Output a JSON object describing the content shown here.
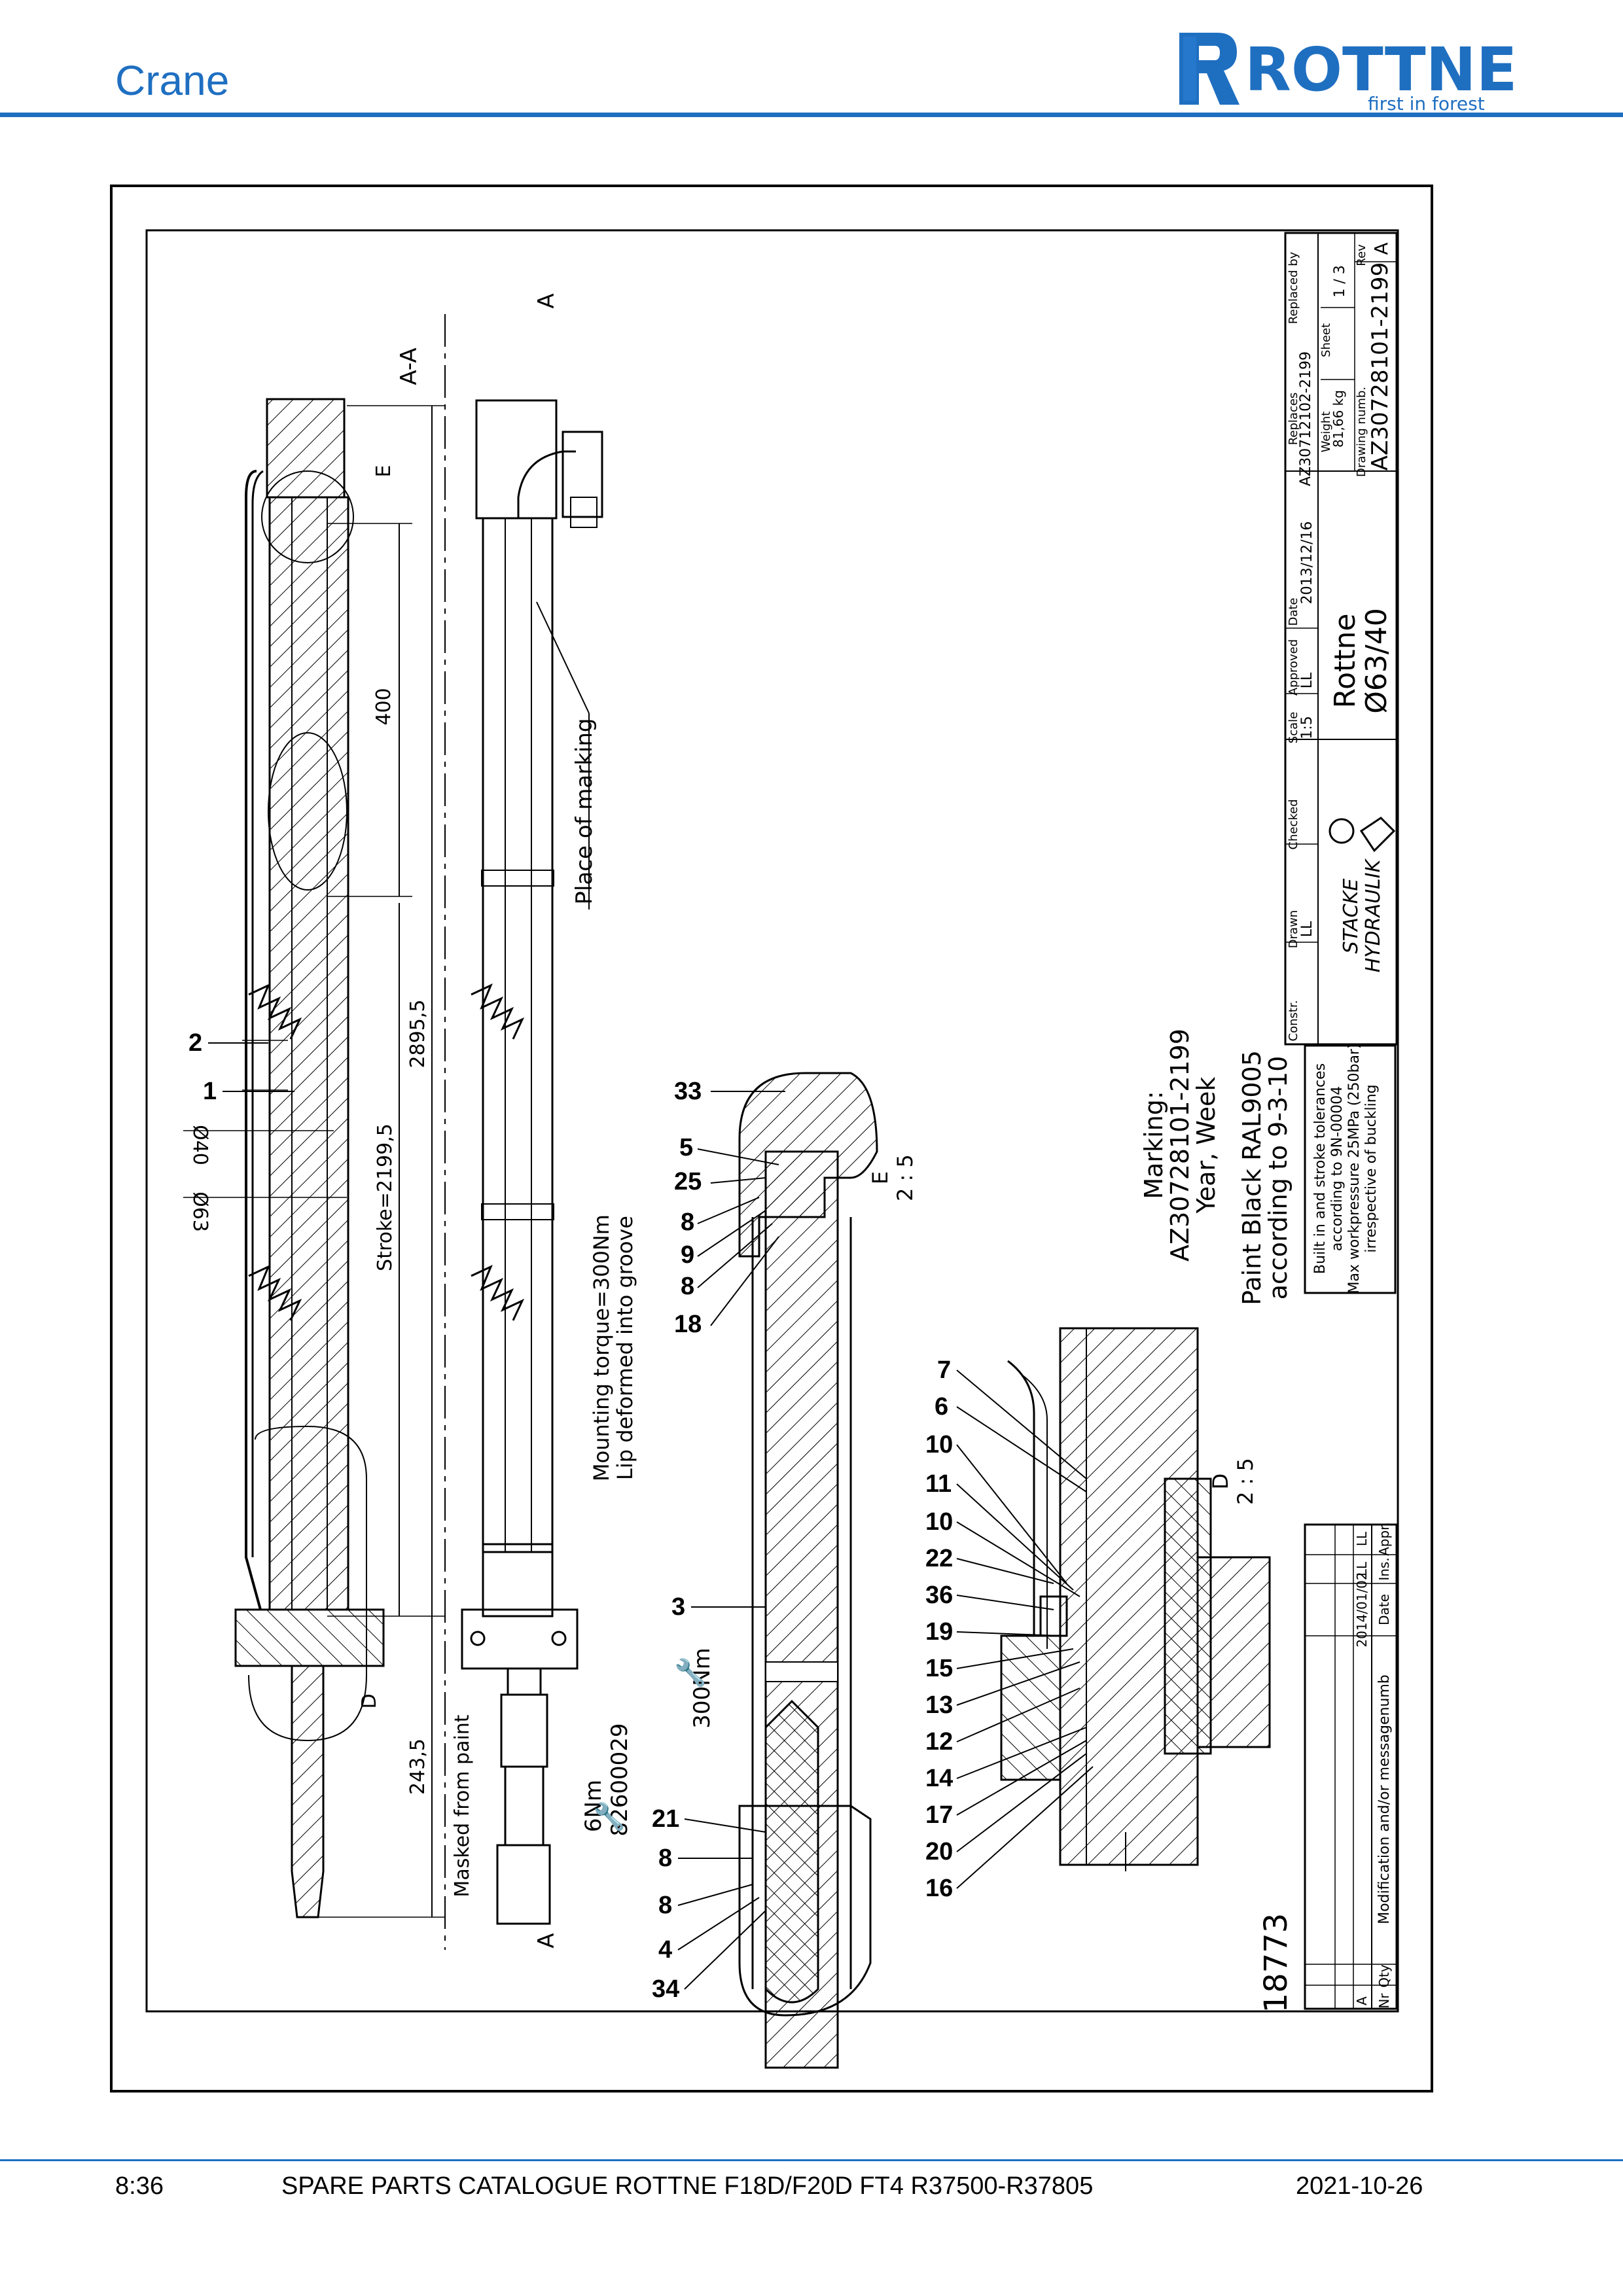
{
  "header": {
    "section_title": "Crane",
    "logo_text": "ROTTNE",
    "logo_tagline": "first in forest",
    "accent_color": "#1f6fc1"
  },
  "drawing": {
    "section_label": "A-A",
    "section_arrow_a": "A",
    "dim_400": "400",
    "dim_total": "2895,5",
    "dim_stroke": "Stroke=2199,5",
    "dim_243": "243,5",
    "dia_40": "Ø40",
    "dia_63": "Ø63",
    "detail_e": "E",
    "detail_d": "D",
    "detail_e_label": "E",
    "detail_e_scale": "2 : 5",
    "detail_d_label": "D",
    "detail_d_scale": "2 : 5",
    "place_of_marking": "Place of marking",
    "masked_from_paint": "Masked from paint",
    "mounting_torque": "Mounting torque=300Nm",
    "lip_deformed": "Lip deformed into groove",
    "torque_small": "6Nm",
    "part_number_small": "82600029",
    "torque_large": "300Nm",
    "marking_title": "Marking:",
    "marking_code": "AZ30728101-2199",
    "marking_year": "Year, Week",
    "paint_line1": "Paint Black RAL9005",
    "paint_line2": "according to 9-3-10",
    "note_1": "Built in and stroke tolerances",
    "note_2": "according to 9N-00004",
    "note_3": "Max workpressure 25MPa (250bar)",
    "note_4": "irrespective of buckling",
    "drawing_number_small": "18773"
  },
  "callouts_left": [
    "2",
    "1"
  ],
  "callouts_e": [
    "33",
    "5",
    "25",
    "8",
    "9",
    "8",
    "18"
  ],
  "callouts_d": [
    "7",
    "6",
    "10",
    "11",
    "10",
    "22",
    "36",
    "19",
    "15",
    "13",
    "12",
    "14",
    "17",
    "20",
    "16"
  ],
  "callouts_rod": [
    "3",
    "21",
    "8",
    "8",
    "4",
    "34"
  ],
  "title_block": {
    "replaces_label": "Replaces",
    "replaces_value": "AZ30712102-2199",
    "replaced_by_label": "Replaced by",
    "weight_label": "Weight",
    "weight_value": "81,66 kg",
    "sheet_label": "Sheet",
    "sheet_value": "1 / 3",
    "rev_label": "Rev",
    "rev_value": "A",
    "drawing_numb_label": "Drawing numb.",
    "drawing_numb_value": "AZ30728101-2199",
    "date_label": "Date",
    "date_value": "2013/12/16",
    "approved_label": "Approved",
    "approved_value": "LL",
    "scale_label": "Scale",
    "scale_value": "1:5",
    "checked_label": "Checked",
    "drawn_label": "Drawn",
    "drawn_value": "LL",
    "constr_label": "Constr.",
    "company_1": "STACKE",
    "company_2": "HYDRAULIK",
    "product_1": "Rottne",
    "product_2": "Ø63/40"
  },
  "revision_table": {
    "col_nr": "Nr",
    "col_qty": "Qty",
    "col_mod": "Modification and/or messagenumb",
    "col_date": "Date",
    "col_ins": "Ins.",
    "col_appr": "Appr.",
    "row_nr": "A",
    "row_date": "2014/01/02",
    "row_ins": "LL",
    "row_appr": "LL"
  },
  "footer": {
    "page": "8:36",
    "title": "SPARE PARTS CATALOGUE ROTTNE F18D/F20D FT4 R37500-R37805",
    "date": "2021-10-26"
  }
}
